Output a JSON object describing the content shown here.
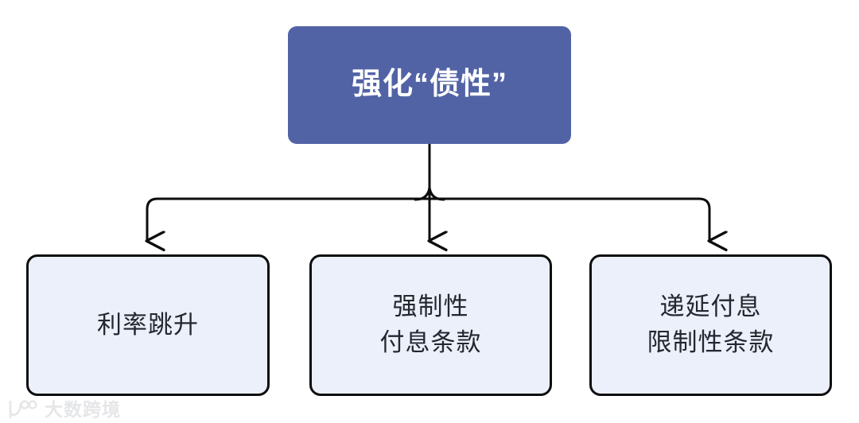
{
  "diagram": {
    "type": "tree",
    "orientation": "top-down",
    "root": {
      "id": "root",
      "label": "强化“债性”",
      "fill_color": "#5263A5",
      "text_color": "#FFFFFF"
    },
    "children": [
      {
        "id": "leaf-1",
        "label": "利率跳升",
        "fill_color": "#EBF0FA",
        "border_color": "#0D0D0D",
        "text_color": "#23272F"
      },
      {
        "id": "leaf-2",
        "label": "强制性\n付息条款",
        "fill_color": "#EBF0FA",
        "border_color": "#0D0D0D",
        "text_color": "#23272F"
      },
      {
        "id": "leaf-3",
        "label": "递延付息\n限制性条款",
        "fill_color": "#EBF0FA",
        "border_color": "#0D0D0D",
        "text_color": "#23272F"
      }
    ],
    "connector": {
      "style": "orthogonal-elbow",
      "color": "#0D0D0D",
      "arrowheads": 3
    }
  },
  "watermark": {
    "text": "大数跨境",
    "logo_icon": "infinity-k-logo-icon",
    "color": "#8D9099"
  }
}
